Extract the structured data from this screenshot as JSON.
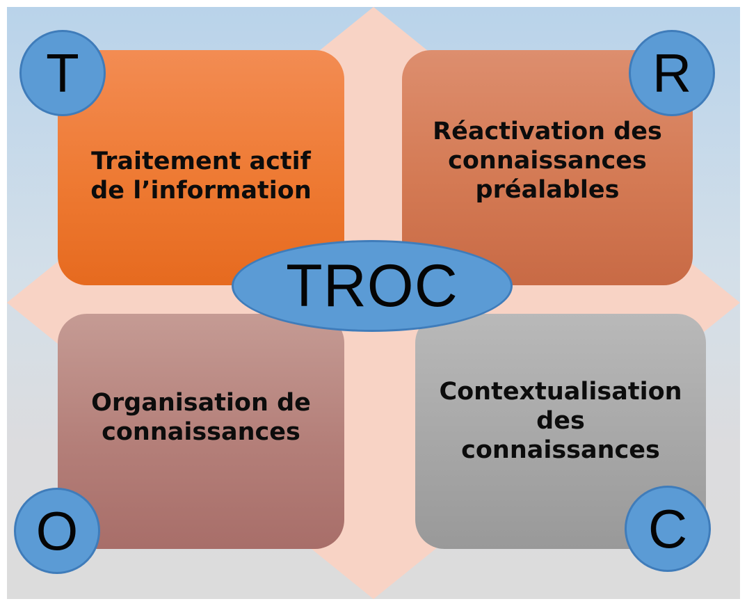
{
  "diagram": {
    "center": "TROC",
    "quadrants": {
      "top_left": {
        "letter": "T",
        "label": "Traitement actif\nde l’information"
      },
      "top_right": {
        "letter": "R",
        "label": "Réactivation des\nconnaissances\npréalables"
      },
      "bottom_left": {
        "letter": "O",
        "label": "Organisation de\nconnaissances"
      },
      "bottom_right": {
        "letter": "C",
        "label": "Contextualisation\ndes\nconnaissances"
      }
    }
  },
  "colors": {
    "background_top": "#b9d3ea",
    "background_bottom": "#dcdcdc",
    "diamond": "#f8d3c5",
    "accent_blue": "#5b9bd5",
    "box_t": "#ee7a33",
    "box_r": "#d47a54",
    "box_o": "#b47f79",
    "box_c": "#a7a7a7"
  }
}
